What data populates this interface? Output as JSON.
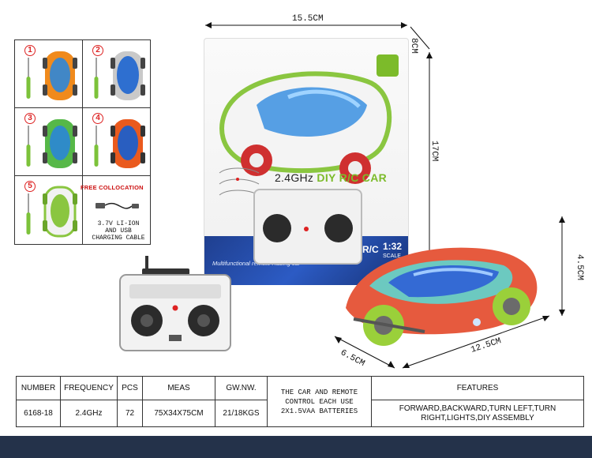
{
  "variants": [
    {
      "number": "1",
      "color": "#f08a1c",
      "accent": "#2e86d9"
    },
    {
      "number": "2",
      "color": "#2e6fd0",
      "accent": "#c9c9c9"
    },
    {
      "number": "3",
      "color": "#56b848",
      "accent": "#2b86d6"
    },
    {
      "number": "4",
      "color": "#ea5a1e",
      "accent": "#1f5fc9"
    },
    {
      "number": "5",
      "color": "#8ac640",
      "accent": "#f2f2f2"
    }
  ],
  "free_collocation": {
    "title": "FREE COLLOCATION",
    "line1": "3.7V LI-ION",
    "line2": "AND USB",
    "line3": "CHARGING CABLE"
  },
  "package": {
    "title_prefix": "2.4GHz",
    "title_accent": "DIY R/C CAR",
    "slogan": "Multifunctional remote Racing car",
    "rc_label": "R/C",
    "scale": "1:32",
    "scale_label": "SCALE"
  },
  "dimensions": {
    "box_width": "15.5CM",
    "box_depth": "8CM",
    "box_height": "17CM",
    "car_height": "4.5CM",
    "car_width": "6.5CM",
    "car_length": "12.5CM"
  },
  "spec_table": {
    "headers": [
      "NUMBER",
      "FREQUENCY",
      "PCS",
      "MEAS",
      "GW.NW.",
      "THE CAR AND REMOTE CONTROL EACH USE 2X1.5VAA BATTERIES",
      "FEATURES"
    ],
    "row": [
      "6168-18",
      "2.4GHz",
      "72",
      "75X34X75CM",
      "21/18KGS",
      "FORWARD,BACKWARD,TURN LEFT,TURN RIGHT,LIGHTS,DIY ASSEMBLY"
    ]
  },
  "colors": {
    "car_red": "#e65a3e",
    "car_teal": "#6cc9c0",
    "car_canopy": "#2f5fd6",
    "wheel_green": "#9ad03a",
    "footer": "#24324a",
    "number_circle": "#dd2222"
  }
}
